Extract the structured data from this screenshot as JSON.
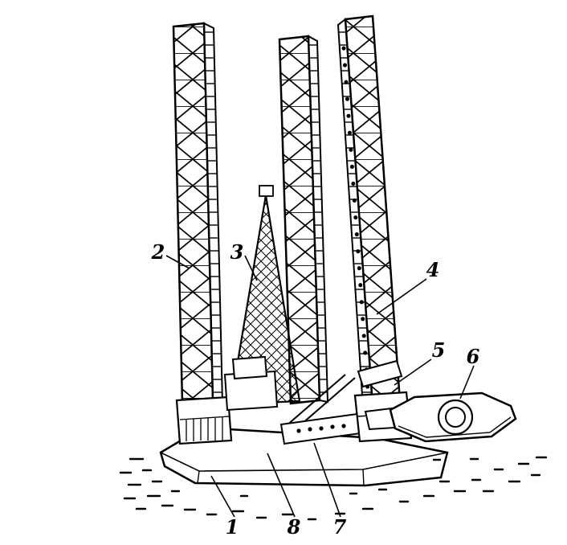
{
  "figure": {
    "background_color": "#ffffff",
    "line_color": "#000000",
    "labels": [
      "1",
      "2",
      "3",
      "4",
      "5",
      "6",
      "7",
      "8"
    ]
  }
}
